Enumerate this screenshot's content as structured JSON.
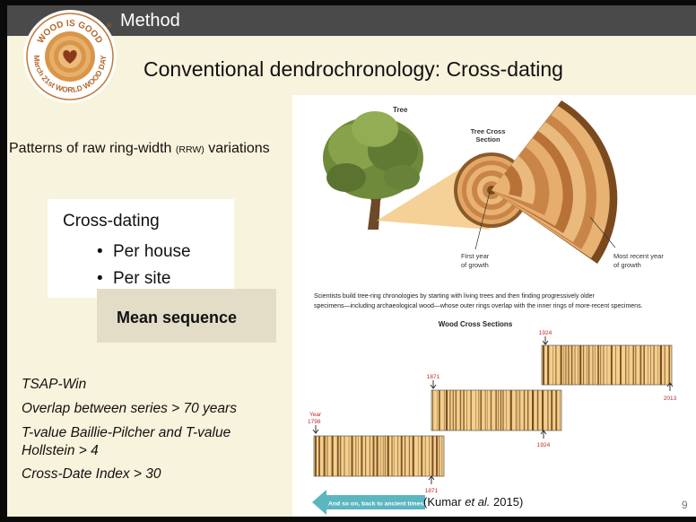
{
  "header": {
    "section": "Method"
  },
  "logo": {
    "top_text": "WOOD IS GOOD",
    "bottom_text": "March 21st WORLD WOOD DAY",
    "registered": "®",
    "icon": "heart-icon"
  },
  "title": "Conventional dendrochronology: Cross-dating",
  "patterns": {
    "before": "Patterns of raw ring-width ",
    "abbrev": "(RRW)",
    "after": " variations"
  },
  "crossdating": {
    "title": "Cross-dating",
    "items": [
      "Per house",
      "Per site"
    ]
  },
  "mean_sequence": "Mean sequence",
  "params": [
    "TSAP-Win",
    "Overlap between series > 70 years",
    "T-value Baillie-Pilcher and T-value",
    "Hollstein > 4",
    "Cross-Date Index > 30"
  ],
  "figure": {
    "tree_label": "Tree",
    "cross_section_label_1": "Tree Cross",
    "cross_section_label_2": "Section",
    "first_year_1": "First year",
    "first_year_2": "of growth",
    "recent_year_1": "Most recent year",
    "recent_year_2": "of growth",
    "caption_1": "Scientists build tree-ring chronologies by starting with living trees and then finding progressively older",
    "caption_2": "specimens—including archaeological wood—whose outer rings overlap with the inner rings of more-recent specimens.",
    "wood_sections_title": "Wood Cross Sections",
    "years": {
      "y1924_top": "1924",
      "y2013": "2013",
      "y1871_top": "1871",
      "y1924_bottom": "1924",
      "year_label": "Year",
      "y1798": "1798",
      "y1871_bottom": "1871"
    },
    "back_arrow": "And so on, back to ancient times.",
    "colors": {
      "wood_light": "#f2d08e",
      "wood_dark": "#7a4a1e",
      "year_red": "#c0282a",
      "arrow_teal": "#5bb6c0"
    }
  },
  "citation": {
    "before": "(Kumar ",
    "italic": "et al.",
    "after": " 2015)"
  },
  "page_number": "9"
}
